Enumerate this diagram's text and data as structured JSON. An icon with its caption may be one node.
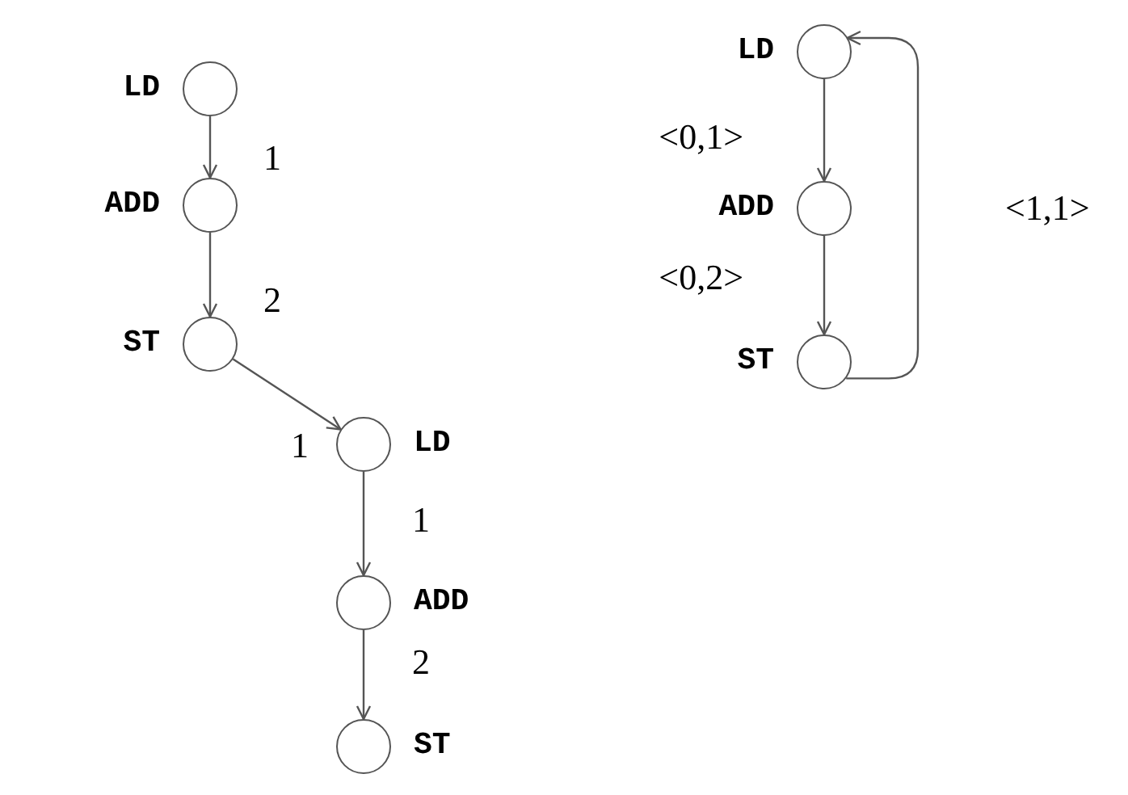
{
  "diagram": {
    "nodes": [
      {
        "text": [],
        "shape": "circle",
        "beside": [
          "LD"
        ]
      },
      {
        "text": [],
        "shape": "circle",
        "beside": [
          "ADD"
        ]
      },
      {
        "text": [],
        "shape": "circle",
        "beside": [
          "ST"
        ]
      },
      {
        "text": [],
        "shape": "circle",
        "beside": [
          "LD"
        ]
      },
      {
        "text": [],
        "shape": "circle",
        "beside": [
          "ADD"
        ]
      },
      {
        "text": [],
        "shape": "circle",
        "beside": [
          "ST"
        ]
      },
      {
        "text": [],
        "shape": "circle",
        "beside": [
          "LD"
        ]
      },
      {
        "text": [],
        "shape": "circle",
        "beside": [
          "ADD"
        ]
      },
      {
        "text": [],
        "shape": "circle",
        "beside": [
          "ST"
        ]
      }
    ],
    "edges": [
      {
        "from": 0,
        "to": 1,
        "arrow": "to",
        "label": "1"
      },
      {
        "from": 1,
        "to": 2,
        "arrow": "to",
        "label": "2"
      },
      {
        "from": 2,
        "to": 3,
        "arrow": "to",
        "label": "1"
      },
      {
        "from": 3,
        "to": 4,
        "arrow": "to",
        "label": "1"
      },
      {
        "from": 4,
        "to": 5,
        "arrow": "to",
        "label": "2"
      },
      {
        "from": 6,
        "to": 7,
        "arrow": "to",
        "label": "<0,1>"
      },
      {
        "from": 7,
        "to": 8,
        "arrow": "to",
        "label": "<0,2>"
      },
      {
        "from": 8,
        "to": 6,
        "arrow": "to",
        "label": "<1,1>"
      }
    ]
  }
}
